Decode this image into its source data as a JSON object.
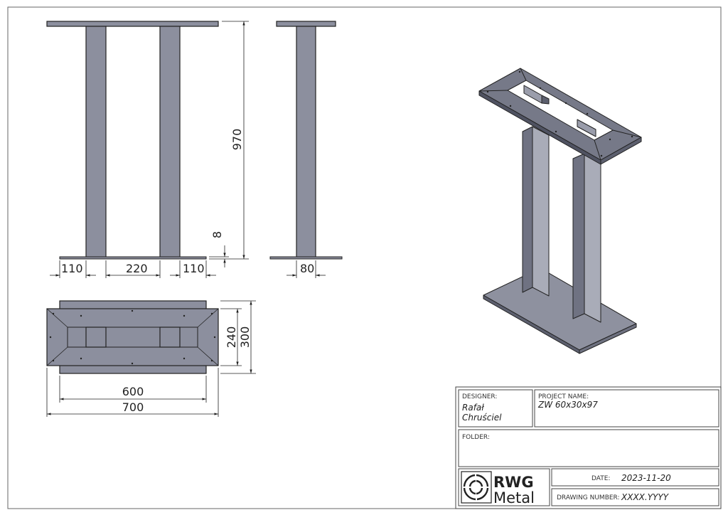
{
  "drawing": {
    "dimensions": {
      "front_left": "110",
      "front_middle": "220",
      "front_right": "110",
      "height": "970",
      "plate_thickness": "8",
      "side_width": "80",
      "top_inner_depth": "240",
      "top_outer_depth": "300",
      "top_inner_length": "600",
      "top_outer_length": "700"
    }
  },
  "title_block": {
    "designer_label": "DESIGNER:",
    "designer_line1": "Rafał",
    "designer_line2": "Chruściel",
    "project_label": "PROJECT NAME:",
    "project_value": "ZW 60x30x97",
    "folder_label": "FOLDER:",
    "folder_value": "",
    "logo_line1": "RWG",
    "logo_line2": "Metal",
    "date_label": "DATE:",
    "date_value": "2023-11-20",
    "drawing_number_label": "DRAWING NUMBER:",
    "drawing_number_value": "XXXX.YYYY"
  },
  "colors": {
    "part_fill": "#8c8f9e",
    "part_dark": "#5c5f6e",
    "line": "#222222"
  }
}
